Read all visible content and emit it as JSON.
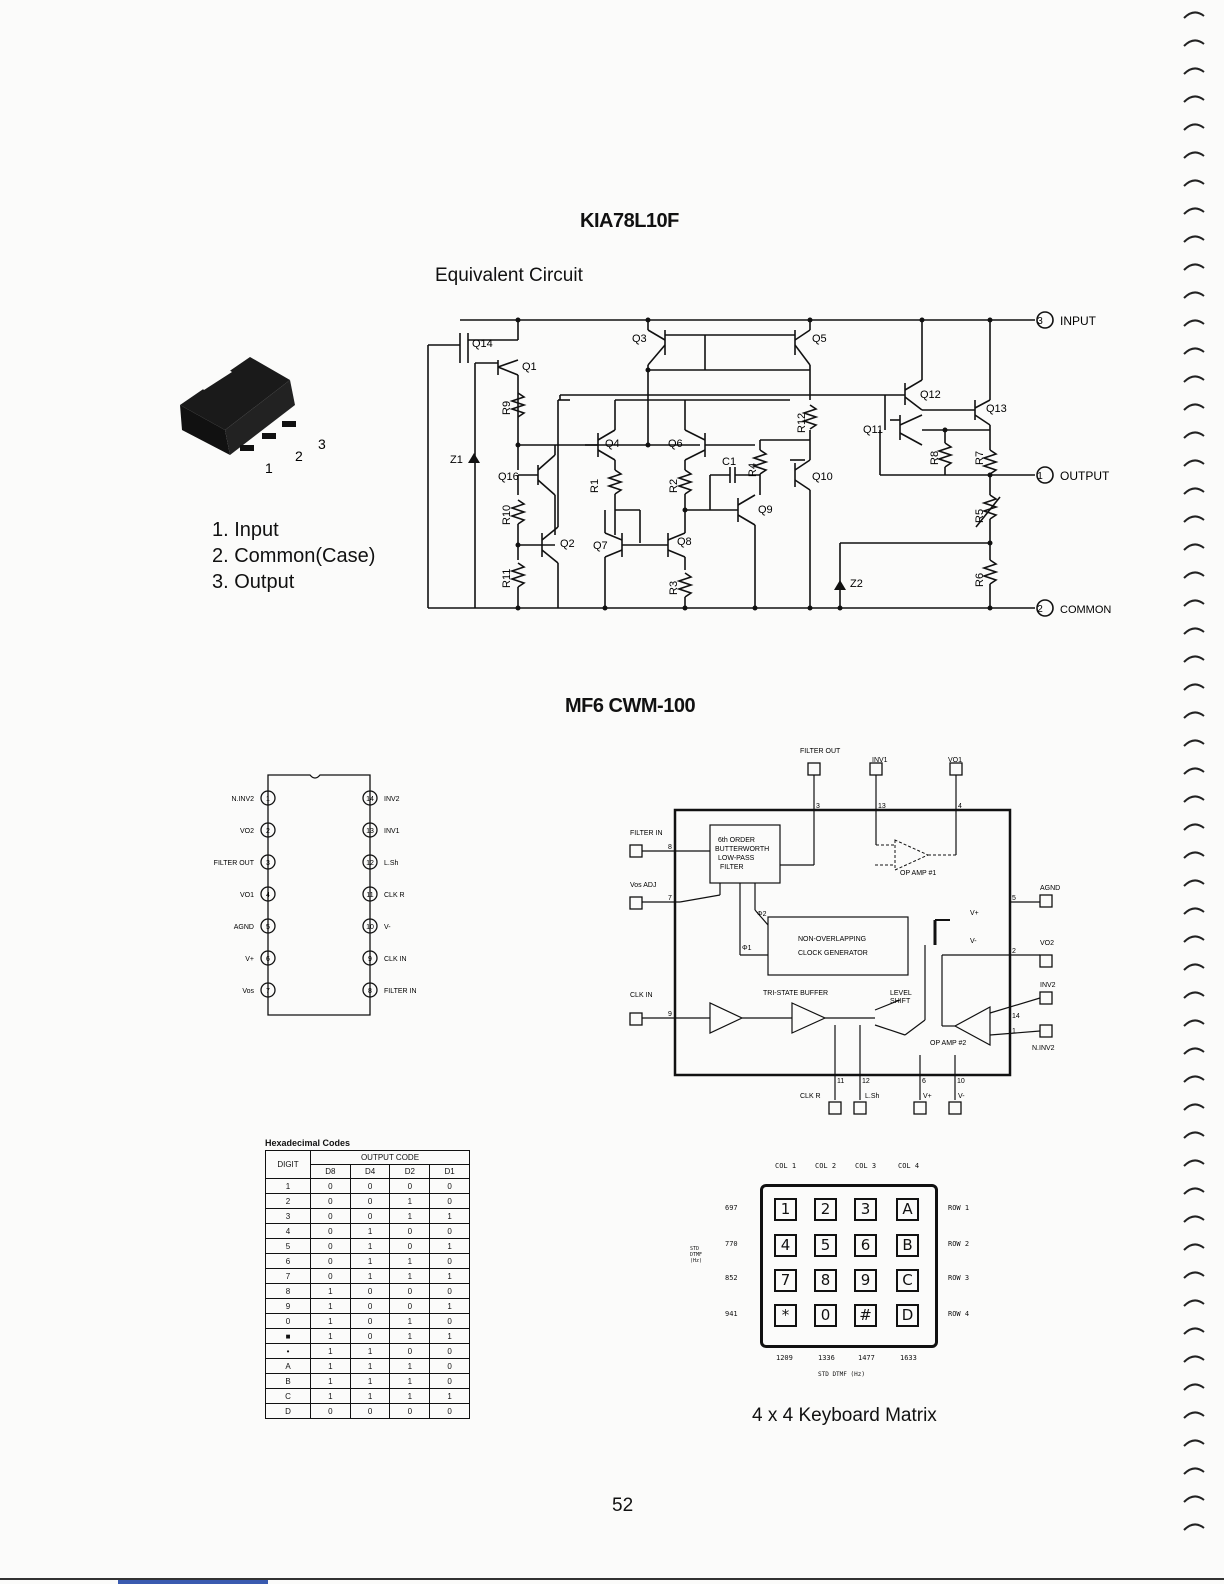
{
  "kia": {
    "title": "KIA78L10F",
    "subtitle": "Equivalent Circuit",
    "pins": [
      "1. Input",
      "2. Common(Case)",
      "3. Output"
    ],
    "package_pin_numbers": [
      "1",
      "2",
      "3"
    ],
    "terminals": {
      "input_num": "3",
      "input": "INPUT",
      "output_num": "1",
      "output": "OUTPUT",
      "common_num": "2",
      "common": "COMMON"
    },
    "components": [
      "Q14",
      "Q1",
      "Q3",
      "Q5",
      "Q12",
      "Q13",
      "Q11",
      "R9",
      "R12",
      "Q4",
      "Q6",
      "C1",
      "R4",
      "R8",
      "R7",
      "Z1",
      "Q16",
      "R1",
      "R2",
      "Q10",
      "R5",
      "R10",
      "Q9",
      "Q2",
      "Q7",
      "Q8",
      "R11",
      "R3",
      "Z2",
      "R6"
    ]
  },
  "mf6": {
    "title": "MF6 CWM-100",
    "dip_left": [
      {
        "num": "1",
        "label": "N.INV2"
      },
      {
        "num": "2",
        "label": "VO2"
      },
      {
        "num": "3",
        "label": "FILTER OUT"
      },
      {
        "num": "4",
        "label": "VO1"
      },
      {
        "num": "5",
        "label": "AGND"
      },
      {
        "num": "6",
        "label": "V+"
      },
      {
        "num": "7",
        "label": "Vos"
      }
    ],
    "dip_right": [
      {
        "num": "14",
        "label": "INV2"
      },
      {
        "num": "13",
        "label": "INV1"
      },
      {
        "num": "12",
        "label": "L.Sh"
      },
      {
        "num": "11",
        "label": "CLK R"
      },
      {
        "num": "10",
        "label": "V-"
      },
      {
        "num": "9",
        "label": "CLK IN"
      },
      {
        "num": "8",
        "label": "FILTER IN"
      }
    ],
    "block": {
      "filter_out": "FILTER OUT",
      "inv1": "INV1",
      "vo1": "VO1",
      "filter_in": "FILTER IN",
      "vos_adj": "Vos ADJ",
      "clk_in": "CLK IN",
      "agnd": "AGND",
      "vo2": "VO2",
      "inv2": "INV2",
      "ninv2": "N.INV2",
      "filter_block": [
        "6th ORDER",
        "BUTTERWORTH",
        "LOW-PASS",
        "FILTER"
      ],
      "clock_block": [
        "NON-OVERLAPPING",
        "CLOCK GENERATOR"
      ],
      "op_amp1": "OP AMP #1",
      "op_amp2": "OP AMP #2",
      "tri_state": "TRI-STATE BUFFER",
      "level_shift": [
        "LEVEL",
        "SHIFT"
      ],
      "phi2": "Φ2",
      "phi1": "Φ1",
      "vplus": "V+",
      "vminus": "V-",
      "clk_r": "CLK R",
      "lsh": "L.Sh",
      "bottom_vplus": "V+",
      "bottom_vminus": "V-",
      "pin_numbers": {
        "p3": "3",
        "p13": "13",
        "p4": "4",
        "p8": "8",
        "p7": "7",
        "p9": "9",
        "p5": "5",
        "p2": "2",
        "p14": "14",
        "p1": "1",
        "p11": "11",
        "p12": "12",
        "p6": "6",
        "p10": "10"
      }
    }
  },
  "hex": {
    "caption": "Hexadecimal Codes",
    "digit_header": "DIGIT",
    "output_header": "OUTPUT CODE",
    "columns": [
      "D8",
      "D4",
      "D2",
      "D1"
    ],
    "rows": [
      [
        "1",
        "0",
        "0",
        "0",
        "0"
      ],
      [
        "2",
        "0",
        "0",
        "1",
        "0"
      ],
      [
        "3",
        "0",
        "0",
        "1",
        "1"
      ],
      [
        "4",
        "0",
        "1",
        "0",
        "0"
      ],
      [
        "5",
        "0",
        "1",
        "0",
        "1"
      ],
      [
        "6",
        "0",
        "1",
        "1",
        "0"
      ],
      [
        "7",
        "0",
        "1",
        "1",
        "1"
      ],
      [
        "8",
        "1",
        "0",
        "0",
        "0"
      ],
      [
        "9",
        "1",
        "0",
        "0",
        "1"
      ],
      [
        "0",
        "1",
        "0",
        "1",
        "0"
      ],
      [
        "■",
        "1",
        "0",
        "1",
        "1"
      ],
      [
        "•",
        "1",
        "1",
        "0",
        "0"
      ],
      [
        "A",
        "1",
        "1",
        "1",
        "0"
      ],
      [
        "B",
        "1",
        "1",
        "1",
        "0"
      ],
      [
        "C",
        "1",
        "1",
        "1",
        "1"
      ],
      [
        "D",
        "0",
        "0",
        "0",
        "0"
      ]
    ]
  },
  "keyboard": {
    "caption": "4 x 4 Keyboard Matrix",
    "cols": [
      "COL 1",
      "COL 2",
      "COL 3",
      "COL 4"
    ],
    "rows": [
      "ROW 1",
      "ROW 2",
      "ROW 3",
      "ROW 4"
    ],
    "row_freqs": [
      "697",
      "770",
      "852",
      "941"
    ],
    "col_freqs": [
      "1209",
      "1336",
      "1477",
      "1633"
    ],
    "left_label": [
      "STD",
      "DTMF",
      "(Hz)"
    ],
    "bottom_label": "STD DTMF (Hz)",
    "keys": [
      "1",
      "2",
      "3",
      "A",
      "4",
      "5",
      "6",
      "B",
      "7",
      "8",
      "9",
      "C",
      "*",
      "0",
      "#",
      "D"
    ]
  },
  "page_number": "52"
}
